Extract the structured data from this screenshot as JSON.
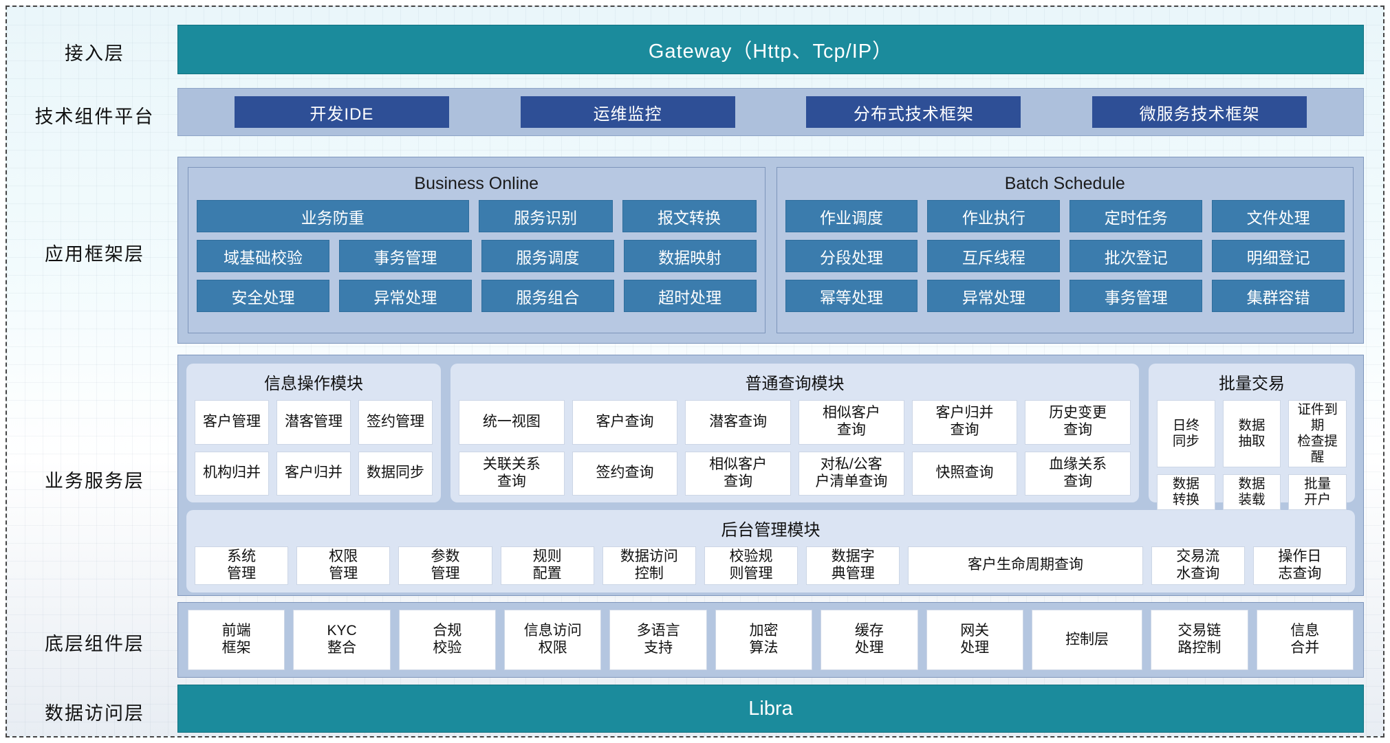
{
  "diagram": {
    "title": "分层架构图",
    "colors": {
      "teal": "#1b8b9c",
      "dark_blue_chip": "#2e4f96",
      "mid_blue_cell": "#3b7cad",
      "band_blue": "#b4c6e0",
      "module_blue": "#dbe4f3",
      "white_cell": "#ffffff"
    }
  },
  "layers": [
    {
      "key": "access",
      "label": "接入层"
    },
    {
      "key": "tech",
      "label": "技术组件平台"
    },
    {
      "key": "appfw",
      "label": "应用框架层"
    },
    {
      "key": "bizsvc",
      "label": "业务服务层"
    },
    {
      "key": "base",
      "label": "底层组件层"
    },
    {
      "key": "dataacc",
      "label": "数据访问层"
    }
  ],
  "access_layer": {
    "gateway_label": "Gateway（Http、Tcp/IP）"
  },
  "tech_platform": {
    "items": [
      "开发IDE",
      "运维监控",
      "分布式技术框架",
      "微服务技术框架"
    ]
  },
  "app_framework": {
    "panels": [
      {
        "title": "Business Online",
        "rows": [
          [
            {
              "label": "业务防重",
              "span": 2
            },
            {
              "label": "服务识别",
              "span": 1
            },
            {
              "label": "报文转换",
              "span": 1
            }
          ],
          [
            {
              "label": "域基础校验",
              "span": 1
            },
            {
              "label": "事务管理",
              "span": 1
            },
            {
              "label": "服务调度",
              "span": 1
            },
            {
              "label": "数据映射",
              "span": 1
            }
          ],
          [
            {
              "label": "安全处理",
              "span": 1
            },
            {
              "label": "异常处理",
              "span": 1
            },
            {
              "label": "服务组合",
              "span": 1
            },
            {
              "label": "超时处理",
              "span": 1
            }
          ]
        ]
      },
      {
        "title": "Batch Schedule",
        "rows": [
          [
            {
              "label": "作业调度",
              "span": 1
            },
            {
              "label": "作业执行",
              "span": 1
            },
            {
              "label": "定时任务",
              "span": 1
            },
            {
              "label": "文件处理",
              "span": 1
            }
          ],
          [
            {
              "label": "分段处理",
              "span": 1
            },
            {
              "label": "互斥线程",
              "span": 1
            },
            {
              "label": "批次登记",
              "span": 1
            },
            {
              "label": "明细登记",
              "span": 1
            }
          ],
          [
            {
              "label": "幂等处理",
              "span": 1
            },
            {
              "label": "异常处理",
              "span": 1
            },
            {
              "label": "事务管理",
              "span": 1
            },
            {
              "label": "集群容错",
              "span": 1
            }
          ]
        ]
      }
    ]
  },
  "business_service": {
    "modules": [
      {
        "title": "信息操作模块",
        "rows": [
          [
            "客户管理",
            "潜客管理",
            "签约管理"
          ],
          [
            "机构归并",
            "客户归并",
            "数据同步"
          ]
        ]
      },
      {
        "title": "普通查询模块",
        "rows": [
          [
            "统一视图",
            "客户查询",
            "潜客查询",
            "相似客户\n查询",
            "客户归并\n查询",
            "历史变更\n查询"
          ],
          [
            "关联关系\n查询",
            "签约查询",
            "相似客户\n查询",
            "对私/公客\n户清单查询",
            "快照查询",
            "血缘关系\n查询"
          ]
        ]
      },
      {
        "title": "批量交易",
        "rows": [
          [
            "日终\n同步",
            "数据\n抽取",
            "证件到期\n检查提醒"
          ],
          [
            "数据\n转换",
            "数据\n装载",
            "批量\n开户"
          ]
        ]
      }
    ],
    "admin_module": {
      "title": "后台管理模块",
      "items": [
        {
          "label": "系统\n管理",
          "span": 1
        },
        {
          "label": "权限\n管理",
          "span": 1
        },
        {
          "label": "参数\n管理",
          "span": 1
        },
        {
          "label": "规则\n配置",
          "span": 1
        },
        {
          "label": "数据访问\n控制",
          "span": 1
        },
        {
          "label": "校验规\n则管理",
          "span": 1
        },
        {
          "label": "数据字\n典管理",
          "span": 1
        },
        {
          "label": "客户生命周期查询",
          "span": 2.6
        },
        {
          "label": "交易流\n水查询",
          "span": 1
        },
        {
          "label": "操作日\n志查询",
          "span": 1
        }
      ]
    }
  },
  "base_components": {
    "items": [
      {
        "label": "前端\n框架",
        "span": 1
      },
      {
        "label": "KYC\n整合",
        "span": 1
      },
      {
        "label": "合规\n校验",
        "span": 1
      },
      {
        "label": "信息访问\n权限",
        "span": 1
      },
      {
        "label": "多语言\n支持",
        "span": 1
      },
      {
        "label": "加密\n算法",
        "span": 1
      },
      {
        "label": "缓存\n处理",
        "span": 1
      },
      {
        "label": "网关\n处理",
        "span": 1
      },
      {
        "label": "控制层",
        "span": 1.15
      },
      {
        "label": "交易链\n路控制",
        "span": 1
      },
      {
        "label": "信息\n合并",
        "span": 1
      }
    ]
  },
  "data_access": {
    "label": "Libra"
  }
}
